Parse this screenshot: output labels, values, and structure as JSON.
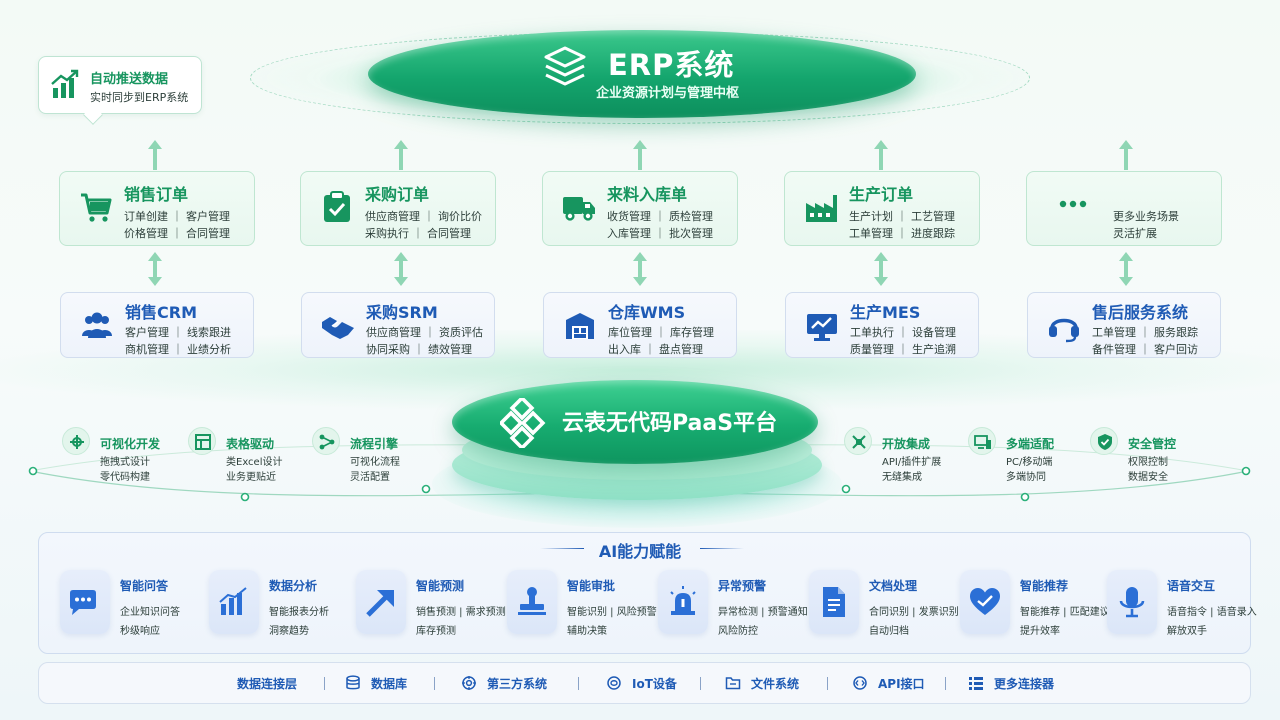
{
  "erp": {
    "title": "ERP系统",
    "subtitle": "企业资源计划与管理中枢"
  },
  "callout": {
    "title": "自动推送数据",
    "subtitle": "实时同步到ERP系统"
  },
  "orders": [
    {
      "title": "销售订单",
      "line1": "订单创建 ｜ 客户管理",
      "line2": "价格管理 ｜ 合同管理",
      "icon": "cart-icon"
    },
    {
      "title": "采购订单",
      "line1": "供应商管理 ｜ 询价比价",
      "line2": "采购执行 ｜ 合同管理",
      "icon": "clipboard-icon"
    },
    {
      "title": "来料入库单",
      "line1": "收货管理 ｜ 质检管理",
      "line2": "入库管理 ｜ 批次管理",
      "icon": "truck-icon"
    },
    {
      "title": "生产订单",
      "line1": "生产计划 ｜ 工艺管理",
      "line2": "工单管理 ｜ 进度跟踪",
      "icon": "factory-icon"
    },
    {
      "title": "",
      "line1": "更多业务场景",
      "line2": "灵活扩展",
      "icon": "more-dots-icon"
    }
  ],
  "systems": [
    {
      "title": "销售CRM",
      "line1": "客户管理 ｜ 线索跟进",
      "line2": "商机管理 ｜ 业绩分析",
      "icon": "users-icon"
    },
    {
      "title": "采购SRM",
      "line1": "供应商管理 ｜ 资质评估",
      "line2": "协同采购 ｜ 绩效管理",
      "icon": "handshake-icon"
    },
    {
      "title": "仓库WMS",
      "line1": "库位管理 ｜ 库存管理",
      "line2": "出入库 ｜ 盘点管理",
      "icon": "warehouse-icon"
    },
    {
      "title": "生产MES",
      "line1": "工单执行 ｜ 设备管理",
      "line2": "质量管理 ｜ 生产追溯",
      "icon": "monitor-icon"
    },
    {
      "title": "售后服务系统",
      "line1": "工单管理 ｜ 服务跟踪",
      "line2": "备件管理 ｜ 客户回访",
      "icon": "headset-icon"
    }
  ],
  "paas": {
    "title": "云表无代码PaaS平台"
  },
  "features": [
    {
      "title": "可视化开发",
      "line1": "拖拽式设计",
      "line2": "零代码构建",
      "icon": "visual-dev-icon"
    },
    {
      "title": "表格驱动",
      "line1": "类Excel设计",
      "line2": "业务更贴近",
      "icon": "table-icon"
    },
    {
      "title": "流程引擎",
      "line1": "可视化流程",
      "line2": "灵活配置",
      "icon": "flow-icon"
    },
    {
      "title": "开放集成",
      "line1": "API/插件扩展",
      "line2": "无缝集成",
      "icon": "integration-icon"
    },
    {
      "title": "多端适配",
      "line1": "PC/移动端",
      "line2": "多端协同",
      "icon": "devices-icon"
    },
    {
      "title": "安全管控",
      "line1": "权限控制",
      "line2": "数据安全",
      "icon": "shield-icon"
    }
  ],
  "ai": {
    "title": "AI能力赋能",
    "items": [
      {
        "title": "智能问答",
        "line1": "企业知识问答",
        "line2": "秒级响应",
        "icon": "chat-icon"
      },
      {
        "title": "数据分析",
        "line1": "智能报表分析",
        "line2": "洞察趋势",
        "icon": "bar-chart-icon"
      },
      {
        "title": "智能预测",
        "line1": "销售预测 | 需求预测",
        "line2": "库存预测",
        "icon": "trend-arrow-icon"
      },
      {
        "title": "智能审批",
        "line1": "智能识别 | 风险预警",
        "line2": "辅助决策",
        "icon": "stamp-icon"
      },
      {
        "title": "异常预警",
        "line1": "异常检测 | 预警通知",
        "line2": "风险防控",
        "icon": "alarm-icon"
      },
      {
        "title": "文档处理",
        "line1": "合同识别 | 发票识别",
        "line2": "自动归档",
        "icon": "document-icon"
      },
      {
        "title": "智能推荐",
        "line1": "智能推荐 | 匹配建议",
        "line2": "提升效率",
        "icon": "heart-icon"
      },
      {
        "title": "语音交互",
        "line1": "语音指令 | 语音录入",
        "line2": "解放双手",
        "icon": "microphone-icon"
      }
    ]
  },
  "data_layer": {
    "label": "数据连接层",
    "items": [
      {
        "label": "数据库",
        "icon": "database-icon"
      },
      {
        "label": "第三方系统",
        "icon": "third-party-icon"
      },
      {
        "label": "IoT设备",
        "icon": "iot-icon"
      },
      {
        "label": "文件系统",
        "icon": "folder-icon"
      },
      {
        "label": "API接口",
        "icon": "api-icon"
      },
      {
        "label": "更多连接器",
        "icon": "grid-icon"
      }
    ]
  },
  "colors": {
    "green": "#17955f",
    "blue": "#1f5bb5",
    "arrow": "#8fd6b4"
  }
}
